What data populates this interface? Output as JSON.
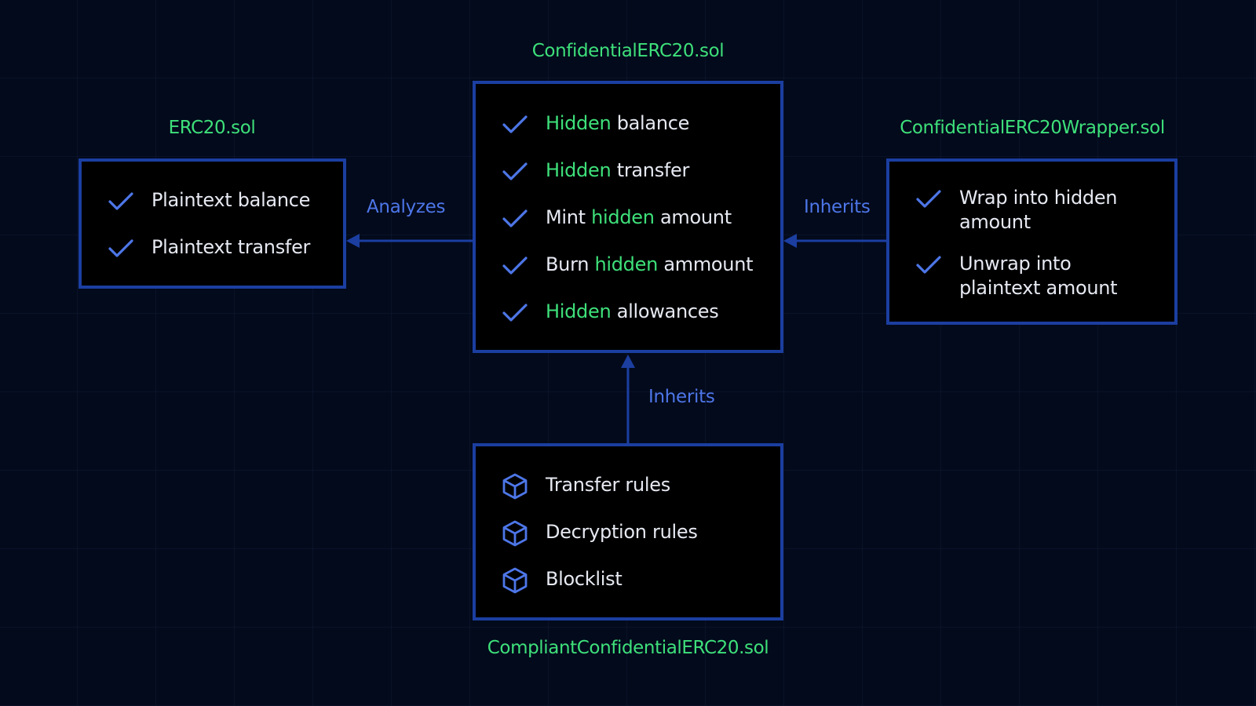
{
  "colors": {
    "background": "#030a1c",
    "title": "#3ee07a",
    "box_border": "#1b3ea0",
    "box_fill": "#000000",
    "text": "#e6e9f2",
    "highlight": "#3ee07a",
    "accent": "#4d76e8"
  },
  "erc20": {
    "title": "ERC20.sol",
    "items": [
      {
        "icon": "check-icon",
        "text": "Plaintext balance"
      },
      {
        "icon": "check-icon",
        "text": "Plaintext transfer"
      }
    ]
  },
  "confidential": {
    "title": "ConfidentialERC20.sol",
    "items": [
      {
        "icon": "check-icon",
        "pre": "",
        "hl": "Hidden",
        "post": " balance"
      },
      {
        "icon": "check-icon",
        "pre": "",
        "hl": "Hidden",
        "post": " transfer"
      },
      {
        "icon": "check-icon",
        "pre": "Mint ",
        "hl": "hidden",
        "post": " amount"
      },
      {
        "icon": "check-icon",
        "pre": "Burn ",
        "hl": "hidden",
        "post": " ammount"
      },
      {
        "icon": "check-icon",
        "pre": "",
        "hl": "Hidden",
        "post": " allowances"
      }
    ]
  },
  "wrapper": {
    "title": "ConfidentialERC20Wrapper.sol",
    "items": [
      {
        "icon": "check-icon",
        "text": "Wrap into hidden amount"
      },
      {
        "icon": "check-icon",
        "text": "Unwrap into plaintext amount"
      }
    ]
  },
  "compliant": {
    "title": "CompliantConfidentialERC20.sol",
    "items": [
      {
        "icon": "cube-icon",
        "text": "Transfer rules"
      },
      {
        "icon": "cube-icon",
        "text": "Decryption rules"
      },
      {
        "icon": "cube-icon",
        "text": "Blocklist"
      }
    ]
  },
  "edges": {
    "analyzes": "Analyzes",
    "inherits_wrapper": "Inherits",
    "inherits_compliant": "Inherits"
  }
}
